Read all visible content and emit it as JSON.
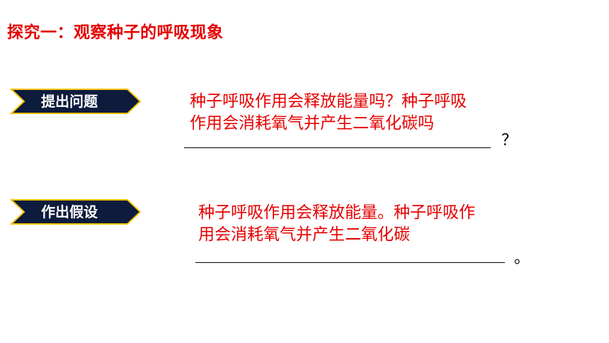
{
  "title": "探究一：观察种子的呼吸现象",
  "sections": [
    {
      "tag": "提出问题",
      "answer_line1": "种子呼吸作用会释放能量吗？种子呼吸",
      "answer_line2": "作用会消耗氧气并产生二氧化碳吗",
      "end_mark": "？"
    },
    {
      "tag": "作出假设",
      "answer_line1": "种子呼吸作用会释放能量。种子呼吸作",
      "answer_line2": "用会消耗氧气并产生二氧化碳",
      "end_mark": "。"
    }
  ],
  "colors": {
    "title": "#e60000",
    "answer": "#e60000",
    "tag_fill": "#0d1b3d",
    "tag_border": "#f2c200"
  }
}
